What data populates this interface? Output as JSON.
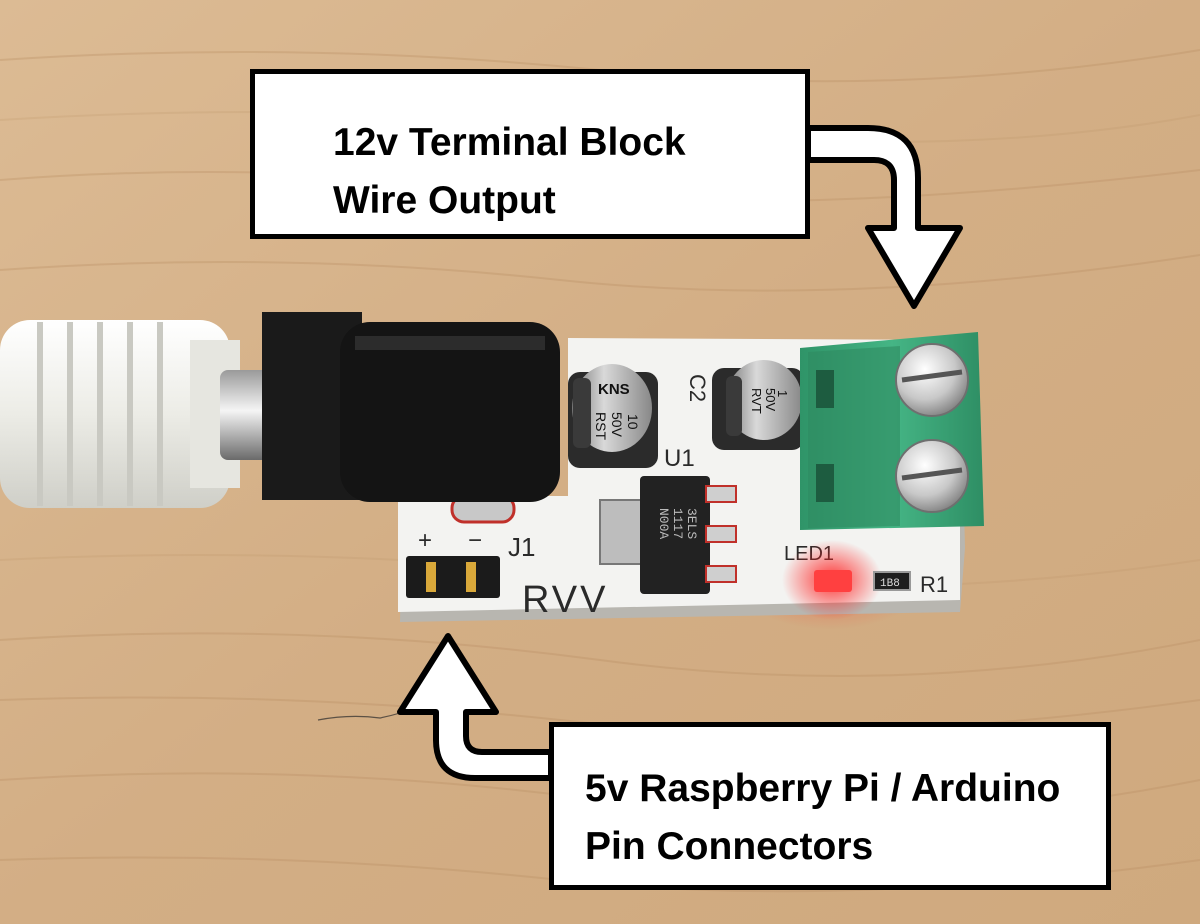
{
  "callouts": {
    "terminal_block": {
      "line1": "12v Terminal Block",
      "line2": "Wire Output"
    },
    "pin_connectors": {
      "line1": "5v Raspberry Pi / Arduino",
      "line2": "Pin Connectors"
    }
  },
  "board": {
    "silkscreen_text": "RVV",
    "j1_label": "J1",
    "plus_label": "+",
    "minus_label": "−",
    "u1_label": "U1",
    "c2_label": "C2",
    "r1_label": "R1",
    "led_label": "LED1",
    "resistor_code": "1B8",
    "cap1_text": [
      "KNS",
      "10",
      "50V",
      "RST"
    ],
    "cap2_text": [
      "1",
      "50V",
      "RVT"
    ],
    "regulator_text": [
      "3ELS",
      "1117",
      "N00A"
    ]
  },
  "colors": {
    "wood": "#d7b48c",
    "pcb": "#f2f2f0",
    "terminal_block": "#3aa77a",
    "led_glow": "#ff2020",
    "barrel_jack": "#141414",
    "cable": "#efefea"
  }
}
